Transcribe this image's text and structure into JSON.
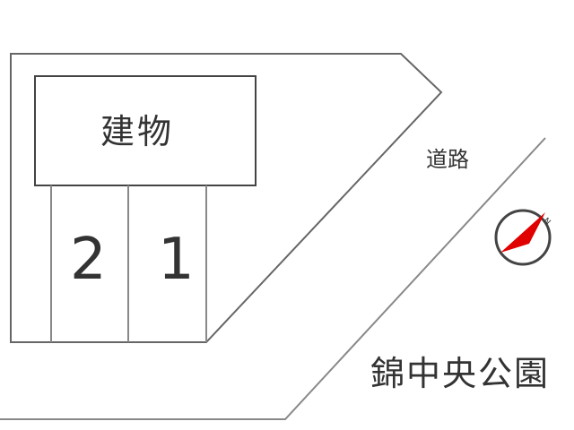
{
  "map": {
    "building_label": "建物",
    "parking_spaces": [
      "2",
      "1"
    ],
    "road_label": "道路",
    "park_label": "錦中央公園",
    "north_label": "N"
  },
  "colors": {
    "line": "#666666",
    "text": "#333333",
    "compass_needle": "#e00000",
    "background": "#ffffff"
  }
}
